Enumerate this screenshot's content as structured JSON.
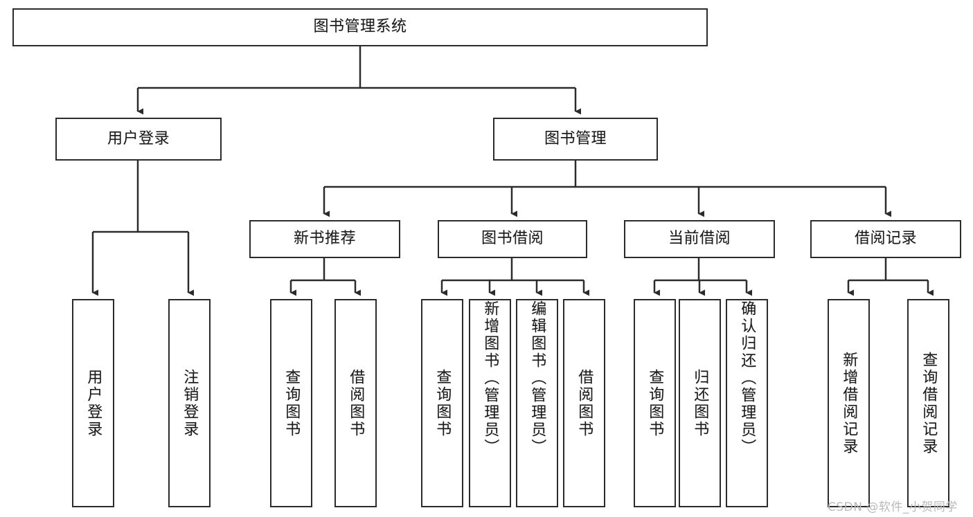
{
  "diagram": {
    "title": "图书管理系统",
    "type": "tree-hierarchy-chart",
    "root": {
      "label": "图书管理系统"
    },
    "level2": [
      {
        "label": "用户登录"
      },
      {
        "label": "图书管理"
      }
    ],
    "level3": [
      {
        "label": "新书推荐"
      },
      {
        "label": "图书借阅"
      },
      {
        "label": "当前借阅"
      },
      {
        "label": "借阅记录"
      }
    ],
    "leaves": {
      "user_login": [
        {
          "label": "用户登录"
        },
        {
          "label": "注销登录"
        }
      ],
      "new_book_recommend": [
        {
          "label": "查询图书"
        },
        {
          "label": "借阅图书"
        }
      ],
      "book_borrow": [
        {
          "label": "查询图书"
        },
        {
          "label": "新增图书（管理员）"
        },
        {
          "label": "编辑图书（管理员）"
        },
        {
          "label": "借阅图书"
        }
      ],
      "current_borrow": [
        {
          "label": "查询图书"
        },
        {
          "label": "归还图书"
        },
        {
          "label": "确认归还（管理员）"
        }
      ],
      "borrow_record": [
        {
          "label": "新增借阅记录"
        },
        {
          "label": "查询借阅记录"
        }
      ]
    },
    "watermark": "CSDN @软件_小贺同学",
    "colors": {
      "stroke": "#2b2b2b",
      "background": "#ffffff",
      "text": "#1a1a1a",
      "watermark": "#b9b9b9"
    }
  }
}
